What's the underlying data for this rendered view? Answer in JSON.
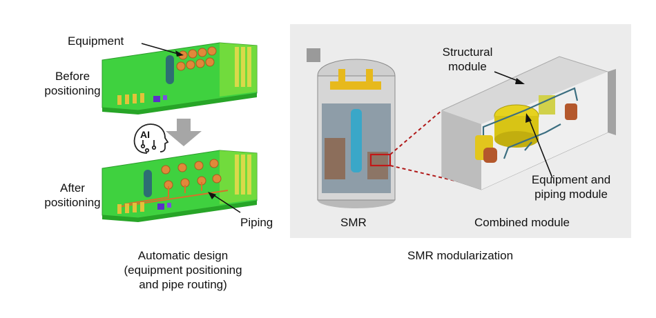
{
  "left": {
    "label_equipment": "Equipment",
    "label_before_1": "Before",
    "label_before_2": "positioning",
    "label_after_1": "After",
    "label_after_2": "positioning",
    "label_piping": "Piping",
    "ai_badge": "AI",
    "caption_1": "Automatic design",
    "caption_2": "(equipment positioning",
    "caption_3": "and pipe routing)"
  },
  "right": {
    "label_structural_1": "Structural",
    "label_structural_2": "module",
    "label_smr": "SMR",
    "label_equip_piping_1": "Equipment and",
    "label_equip_piping_2": "piping module",
    "label_combined": "Combined module",
    "caption": "SMR modularization"
  },
  "colors": {
    "floor_green": "#3fd13f",
    "equipment_orange": "#e0883a",
    "tank_teal": "#2d6e73",
    "pipe_orange": "#d9702a",
    "callout_red": "#b01818",
    "panel_gray": "#ececec"
  }
}
